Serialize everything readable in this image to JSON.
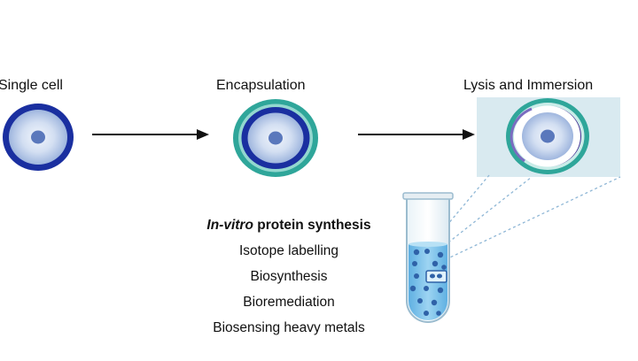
{
  "stages": [
    {
      "label": "Single cell"
    },
    {
      "label": "Encapsulation"
    },
    {
      "label": "Lysis and Immersion"
    }
  ],
  "applications": {
    "title_italic": "In-vitro",
    "title_rest": " protein synthesis",
    "items": [
      "Isotope labelling",
      "Biosynthesis",
      "Bioremediation",
      "Biosensing heavy metals"
    ]
  },
  "colors": {
    "outer_ring": "#1a2fa0",
    "capsule": "#2fa69a",
    "capsule_inner": "#8fd6cf",
    "cytoplasm": "#c6d7ef",
    "nucleus": "#5a78bc",
    "tube_liquid": "#7ec4ea",
    "dots": "#2f62a8",
    "highlight_panel": "#d9eaf0",
    "arrow": "#111111"
  }
}
